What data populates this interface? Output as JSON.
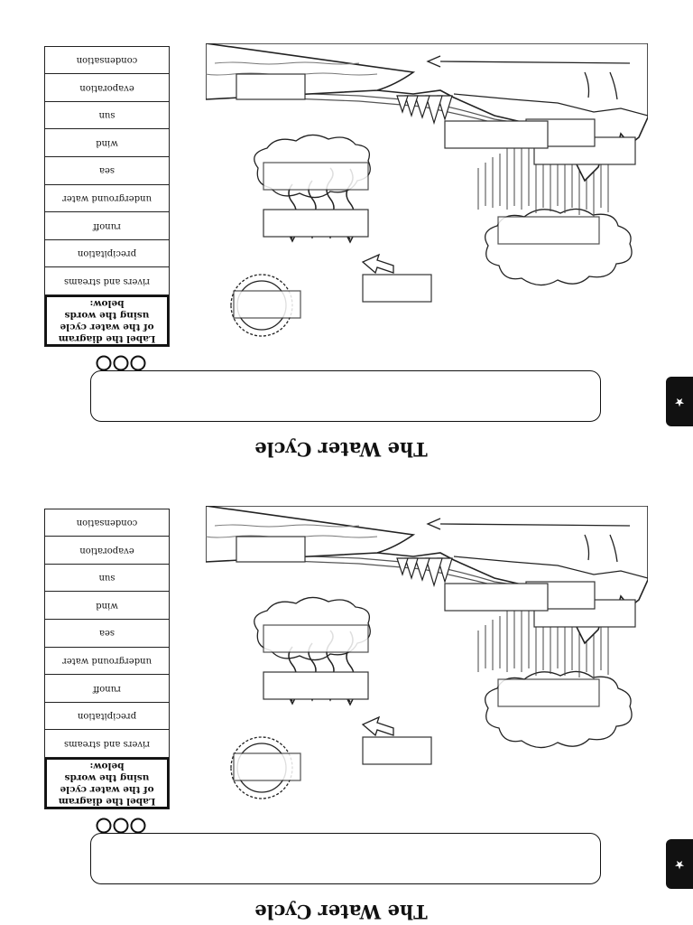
{
  "worksheet": {
    "title": "The Water Cycle",
    "star_icon": "star-icon",
    "instructions": "Label the diagram of the water cycle using the words below:",
    "words": [
      "rivers and streams",
      "precipitation",
      "runoff",
      "underground water",
      "sea",
      "wind",
      "sun",
      "evaporation",
      "condensation"
    ]
  },
  "copies": [
    {
      "name": "top-copy"
    },
    {
      "name": "bottom-copy"
    }
  ],
  "colors": {
    "ink": "#111111",
    "paper": "#ffffff",
    "tab": "#111111"
  }
}
